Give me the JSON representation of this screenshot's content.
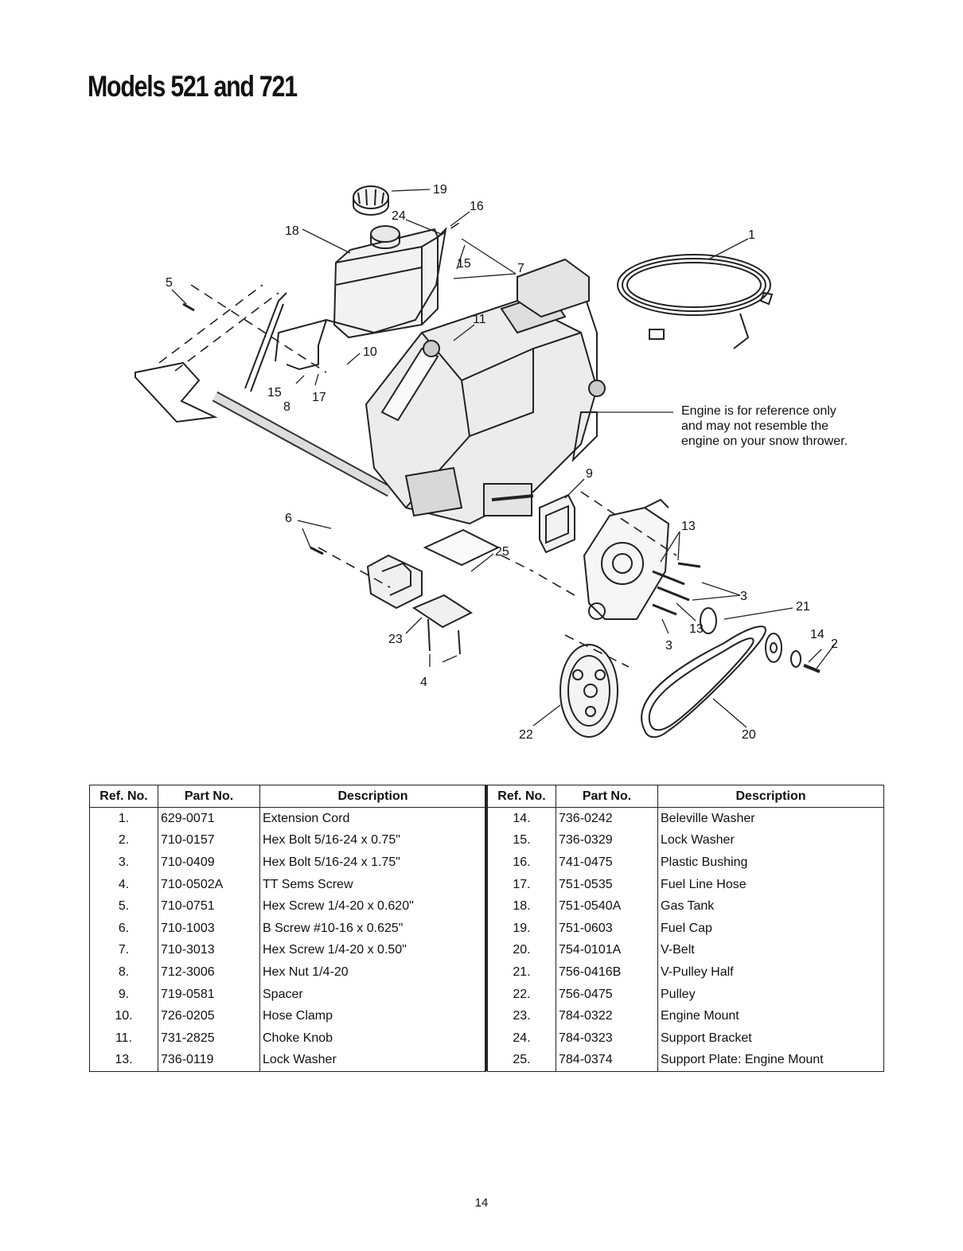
{
  "page": {
    "title": "Models 521 and 721",
    "page_number": "14"
  },
  "diagram": {
    "note_lines": [
      "Engine is for reference only",
      "and may not resemble the",
      "engine on your snow thrower."
    ],
    "callouts": [
      "19",
      "16",
      "24",
      "18",
      "1",
      "15",
      "7",
      "5",
      "11",
      "10",
      "15",
      "17",
      "8",
      "9",
      "6",
      "13",
      "25",
      "3",
      "21",
      "13",
      "14",
      "2",
      "23",
      "3",
      "4",
      "22",
      "20"
    ]
  },
  "parts_table": {
    "headers": [
      "Ref. No.",
      "Part No.",
      "Description"
    ],
    "left": [
      {
        "ref": "1.",
        "part": "629-0071",
        "desc": "Extension Cord"
      },
      {
        "ref": "2.",
        "part": "710-0157",
        "desc": "Hex Bolt 5/16-24 x 0.75\""
      },
      {
        "ref": "3.",
        "part": "710-0409",
        "desc": "Hex Bolt 5/16-24 x 1.75\""
      },
      {
        "ref": "4.",
        "part": "710-0502A",
        "desc": "TT Sems Screw"
      },
      {
        "ref": "5.",
        "part": "710-0751",
        "desc": "Hex Screw 1/4-20 x 0.620\""
      },
      {
        "ref": "6.",
        "part": "710-1003",
        "desc": "B Screw #10-16 x 0.625\""
      },
      {
        "ref": "7.",
        "part": "710-3013",
        "desc": "Hex Screw 1/4-20 x 0.50\""
      },
      {
        "ref": "8.",
        "part": "712-3006",
        "desc": "Hex Nut 1/4-20"
      },
      {
        "ref": "9.",
        "part": "719-0581",
        "desc": "Spacer"
      },
      {
        "ref": "10.",
        "part": "726-0205",
        "desc": "Hose Clamp"
      },
      {
        "ref": "11.",
        "part": "731-2825",
        "desc": "Choke Knob"
      },
      {
        "ref": "13.",
        "part": "736-0119",
        "desc": "Lock Washer"
      }
    ],
    "right": [
      {
        "ref": "14.",
        "part": "736-0242",
        "desc": "Beleville Washer"
      },
      {
        "ref": "15.",
        "part": "736-0329",
        "desc": "Lock Washer"
      },
      {
        "ref": "16.",
        "part": "741-0475",
        "desc": "Plastic Bushing"
      },
      {
        "ref": "17.",
        "part": "751-0535",
        "desc": "Fuel Line Hose"
      },
      {
        "ref": "18.",
        "part": "751-0540A",
        "desc": "Gas Tank"
      },
      {
        "ref": "19.",
        "part": "751-0603",
        "desc": "Fuel Cap"
      },
      {
        "ref": "20.",
        "part": "754-0101A",
        "desc": "V-Belt"
      },
      {
        "ref": "21.",
        "part": "756-0416B",
        "desc": "V-Pulley Half"
      },
      {
        "ref": "22.",
        "part": "756-0475",
        "desc": "Pulley"
      },
      {
        "ref": "23.",
        "part": "784-0322",
        "desc": "Engine Mount"
      },
      {
        "ref": "24.",
        "part": "784-0323",
        "desc": "Support Bracket"
      },
      {
        "ref": "25.",
        "part": "784-0374",
        "desc": "Support Plate: Engine Mount"
      }
    ]
  }
}
